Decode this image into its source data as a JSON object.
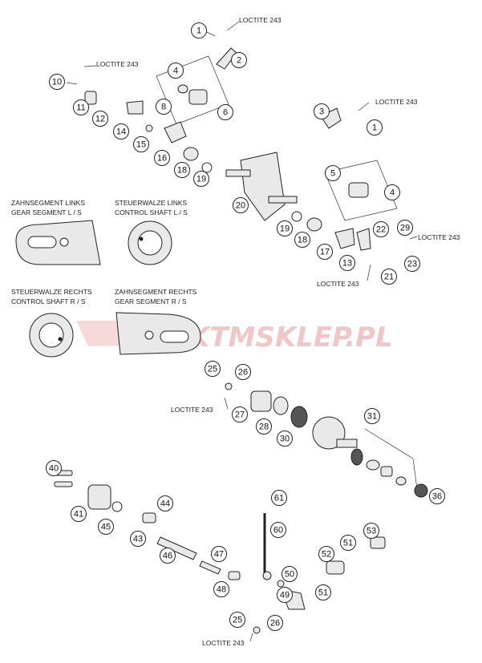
{
  "loctite_label": "LOCTITE 243",
  "watermark": "KTMSKLEP.PL",
  "panel_labels": {
    "gear_segment_left": [
      "ZAHNSEGMENT LINKS",
      "GEAR SEGMENT L / S"
    ],
    "control_shaft_left": [
      "STEUERWALZE LINKS",
      "CONTROL SHAFT L / S"
    ],
    "control_shaft_right": [
      "STEUERWALZE RECHTS",
      "CONTROL SHAFT R / S"
    ],
    "gear_segment_right": [
      "ZAHNSEGMENT RECHTS",
      "GEAR SEGMENT R / S"
    ]
  },
  "callouts": [
    {
      "id": "c1a",
      "n": "1"
    },
    {
      "id": "c2",
      "n": "2"
    },
    {
      "id": "c4a",
      "n": "4"
    },
    {
      "id": "c6",
      "n": "6"
    },
    {
      "id": "c10",
      "n": "10"
    },
    {
      "id": "c11",
      "n": "11"
    },
    {
      "id": "c12",
      "n": "12"
    },
    {
      "id": "c8",
      "n": "8"
    },
    {
      "id": "c14",
      "n": "14"
    },
    {
      "id": "c15",
      "n": "15"
    },
    {
      "id": "c16",
      "n": "16"
    },
    {
      "id": "c18a",
      "n": "18"
    },
    {
      "id": "c19a",
      "n": "19"
    },
    {
      "id": "c3",
      "n": "3"
    },
    {
      "id": "c1b",
      "n": "1"
    },
    {
      "id": "c5",
      "n": "5"
    },
    {
      "id": "c4b",
      "n": "4"
    },
    {
      "id": "c20",
      "n": "20"
    },
    {
      "id": "c19b",
      "n": "19"
    },
    {
      "id": "c18b",
      "n": "18"
    },
    {
      "id": "c17",
      "n": "17"
    },
    {
      "id": "c13",
      "n": "13"
    },
    {
      "id": "c22",
      "n": "22"
    },
    {
      "id": "c29",
      "n": "29"
    },
    {
      "id": "c23",
      "n": "23"
    },
    {
      "id": "c21",
      "n": "21"
    },
    {
      "id": "c25a",
      "n": "25"
    },
    {
      "id": "c26a",
      "n": "26"
    },
    {
      "id": "c27",
      "n": "27"
    },
    {
      "id": "c28",
      "n": "28"
    },
    {
      "id": "c30",
      "n": "30"
    },
    {
      "id": "c31",
      "n": "31"
    },
    {
      "id": "c36",
      "n": "36"
    },
    {
      "id": "c40",
      "n": "40"
    },
    {
      "id": "c41",
      "n": "41"
    },
    {
      "id": "c45",
      "n": "45"
    },
    {
      "id": "c44",
      "n": "44"
    },
    {
      "id": "c43",
      "n": "43"
    },
    {
      "id": "c46",
      "n": "46"
    },
    {
      "id": "c47",
      "n": "47"
    },
    {
      "id": "c48",
      "n": "48"
    },
    {
      "id": "c61",
      "n": "61"
    },
    {
      "id": "c60",
      "n": "60"
    },
    {
      "id": "c50",
      "n": "50"
    },
    {
      "id": "c49",
      "n": "49"
    },
    {
      "id": "c53",
      "n": "53"
    },
    {
      "id": "c51a",
      "n": "51"
    },
    {
      "id": "c52",
      "n": "52"
    },
    {
      "id": "c51b",
      "n": "51"
    },
    {
      "id": "c25b",
      "n": "25"
    },
    {
      "id": "c26b",
      "n": "26"
    }
  ]
}
